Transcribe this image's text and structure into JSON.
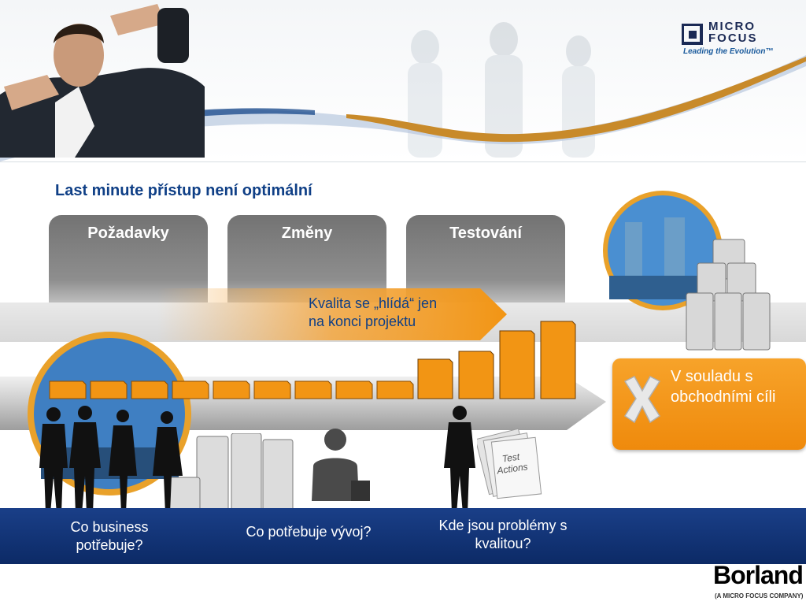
{
  "header": {
    "logo_line1": "MICRO",
    "logo_line2": "FOCUS",
    "logo_tagline": "Leading the Evolution™"
  },
  "title": "Last minute přístup není optimální",
  "phases": [
    {
      "label": "Požadavky"
    },
    {
      "label": "Změny"
    },
    {
      "label": "Testování"
    }
  ],
  "arrow_text": {
    "line1": "Kvalita se „hlídá“ jen",
    "line2": "na konci projektu"
  },
  "goal": {
    "text": "V souladu s obchodními cíli"
  },
  "questions": [
    {
      "line1": "Co business",
      "line2": "potřebuje?"
    },
    {
      "line1": "Co potřebuje vývoj?",
      "line2": ""
    },
    {
      "line1": "Kde jsou problémy s",
      "line2": "kvalitou?"
    }
  ],
  "test_card": {
    "line1": "Test",
    "line2": "Actions"
  },
  "footer": {
    "brand": "Borland",
    "brand_sub": "(A MICRO FOCUS COMPANY)"
  },
  "colors": {
    "title": "#0f3f86",
    "accent_orange": "#f29514",
    "bar_blue": "#12357a",
    "column_gray": "#7a7a7a"
  }
}
